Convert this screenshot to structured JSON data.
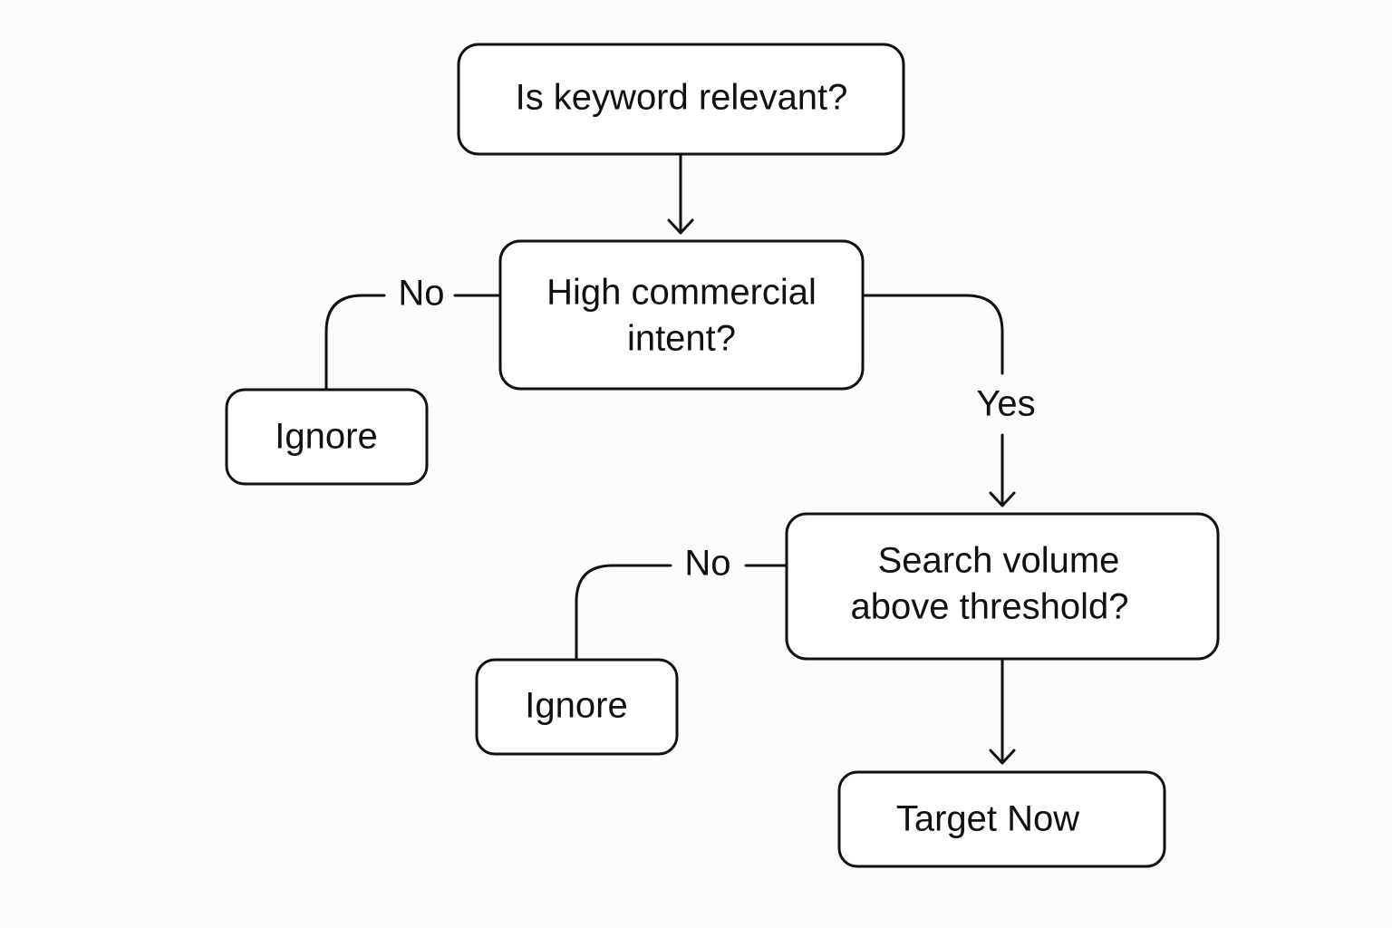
{
  "nodes": {
    "relevant": {
      "lines": [
        "Is keyword relevant?"
      ]
    },
    "commercial": {
      "lines": [
        "High commercial",
        "intent?"
      ]
    },
    "ignore1": {
      "lines": [
        "Ignore"
      ]
    },
    "volume": {
      "lines": [
        "Search volume",
        "above threshold?"
      ]
    },
    "ignore2": {
      "lines": [
        "Ignore"
      ]
    },
    "target": {
      "lines": [
        "Target Now"
      ]
    }
  },
  "edges": {
    "commercial_no": "No",
    "commercial_yes": "Yes",
    "volume_no": "No"
  }
}
